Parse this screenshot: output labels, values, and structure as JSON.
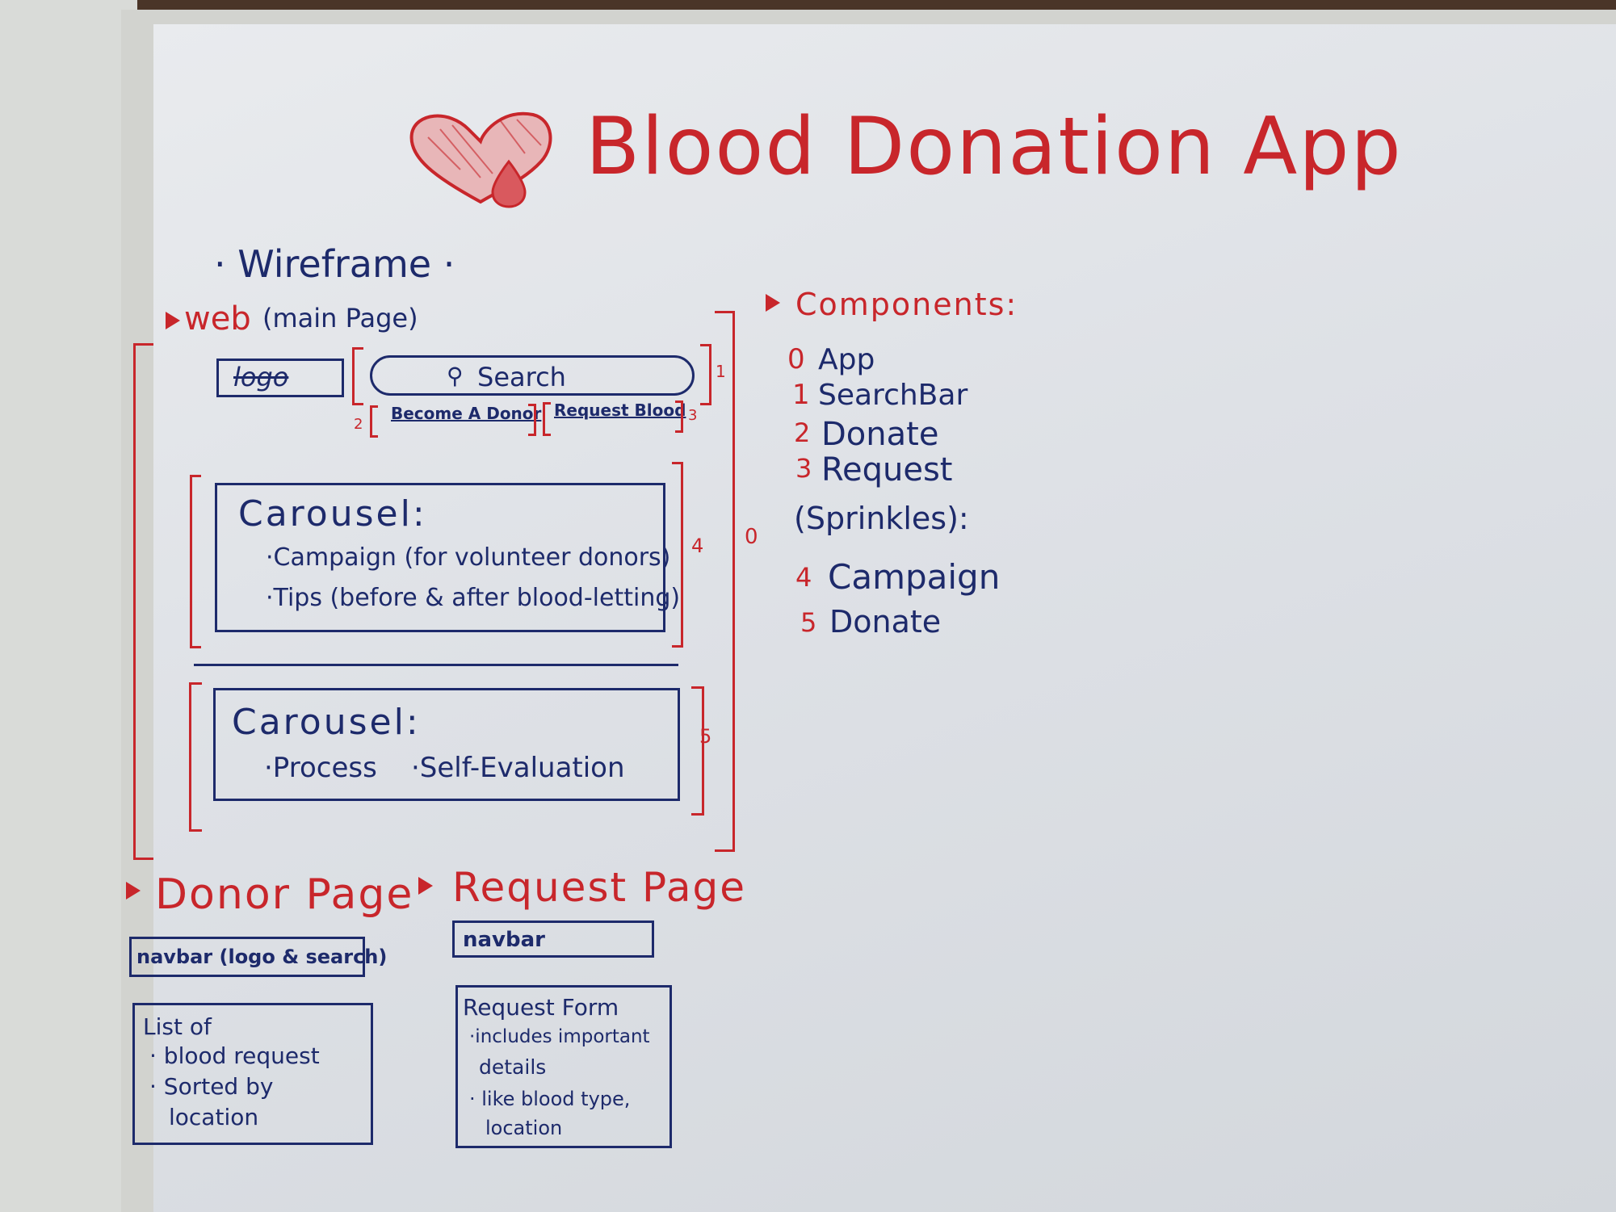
{
  "title": "Blood Donation App",
  "subtitle": "· Wireframe ·",
  "web": {
    "heading": "web",
    "subheading": "(main Page)",
    "logo": "logo",
    "search": "Search",
    "become_donor": "Become A Donor",
    "request_blood": "Request Blood",
    "carousel1": {
      "title": "Carousel:",
      "item1": "·Campaign (for volunteer donors)",
      "item2": "·Tips (before & after blood-letting)"
    },
    "carousel2": {
      "title": "Carousel:",
      "item1": "·Process",
      "item2": "·Self-Evaluation"
    },
    "markers": [
      "0",
      "1",
      "2",
      "3",
      "4",
      "5"
    ]
  },
  "components": {
    "heading": "Components:",
    "items": [
      {
        "num": "0",
        "label": "App"
      },
      {
        "num": "1",
        "label": "SearchBar"
      },
      {
        "num": "2",
        "label": "Donate"
      },
      {
        "num": "3",
        "label": "Request"
      }
    ],
    "sprinkles_heading": "(Sprinkles):",
    "sprinkles": [
      {
        "num": "4",
        "label": "Campaign"
      },
      {
        "num": "5",
        "label": "Donate"
      }
    ]
  },
  "donor_page": {
    "heading": "Donor Page",
    "navbar": "navbar (logo & search)",
    "list_lines": [
      "List of",
      "· blood request",
      "· Sorted by",
      "location"
    ]
  },
  "request_page": {
    "heading": "Request Page",
    "navbar": "navbar",
    "form_lines": [
      "Request Form",
      "·includes important",
      "details",
      "· like blood type,",
      "location"
    ]
  },
  "colors": {
    "red_marker": "#c8262b",
    "blue_marker": "#1d2a6b",
    "board": "#e2e5e9"
  }
}
